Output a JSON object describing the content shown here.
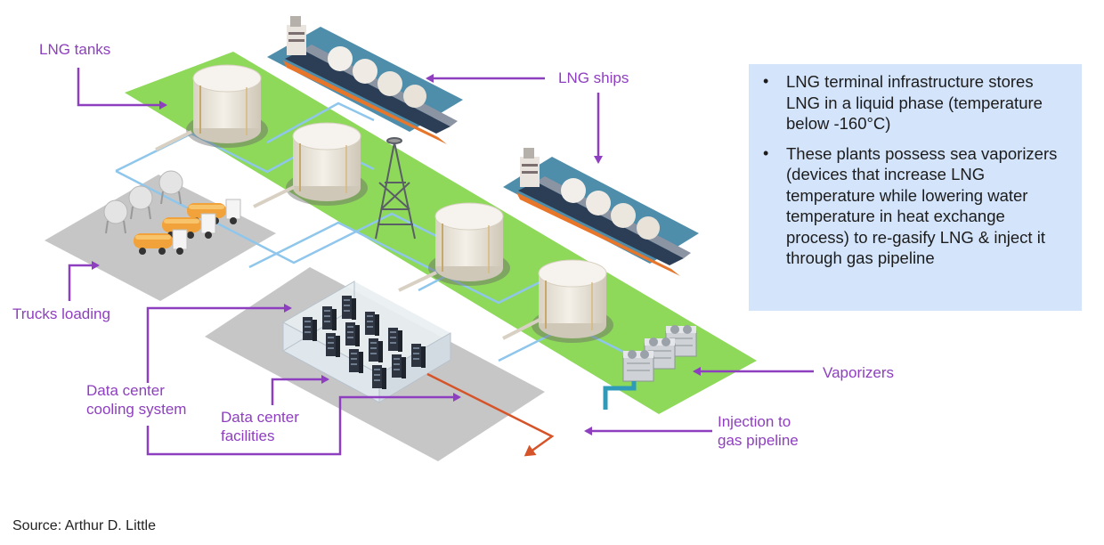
{
  "labels": {
    "lng_tanks": "LNG tanks",
    "lng_ships": "LNG ships",
    "trucks_loading": "Trucks loading",
    "dc_cooling": [
      "Data center",
      "cooling system"
    ],
    "dc_facilities": [
      "Data center",
      "facilities"
    ],
    "vaporizers": "Vaporizers",
    "injection": [
      "Injection to",
      "gas pipeline"
    ]
  },
  "info_box": {
    "bullets": [
      "LNG terminal infrastructure stores LNG in a liquid phase (temperature below -160°C)",
      "These plants possess sea vaporizers (devices that increase LNG temperature while lowering water temperature in heat exchange process) to re-gasify LNG & inject it through gas pipeline"
    ]
  },
  "source": "Source: Arthur D. Little",
  "colors": {
    "label_purple": "#8e3fbf",
    "ground_green": "#8ed85a",
    "ground_gray": "#c6c6c6",
    "water_blue": "#4f8eab",
    "pipe_blue": "#8fc6ec",
    "pipeline_orange": "#d6542a",
    "box_blue": "#d3e4fb",
    "hull_orange": "#e8762a",
    "tank_cream": "#ece7dd"
  },
  "icons": [
    "lng-tank",
    "lng-ship",
    "truck",
    "gas-flare-tower",
    "server-rack",
    "vaporizer-unit"
  ]
}
